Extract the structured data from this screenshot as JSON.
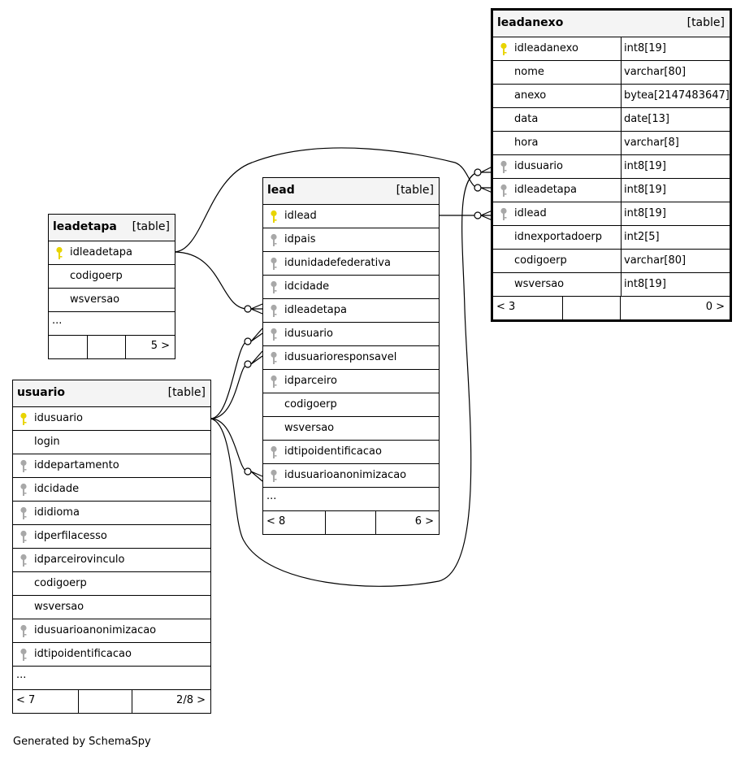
{
  "tables": {
    "leadanexo": {
      "name": "leadanexo",
      "kind": "[table]",
      "columns": [
        {
          "name": "idleadanexo",
          "type": "int8[19]",
          "key": "primary"
        },
        {
          "name": "nome",
          "type": "varchar[80]",
          "key": "none"
        },
        {
          "name": "anexo",
          "type": "bytea[2147483647]",
          "key": "none"
        },
        {
          "name": "data",
          "type": "date[13]",
          "key": "none"
        },
        {
          "name": "hora",
          "type": "varchar[8]",
          "key": "none"
        },
        {
          "name": "idusuario",
          "type": "int8[19]",
          "key": "foreign"
        },
        {
          "name": "idleadetapa",
          "type": "int8[19]",
          "key": "foreign"
        },
        {
          "name": "idlead",
          "type": "int8[19]",
          "key": "foreign"
        },
        {
          "name": "idnexportadoerp",
          "type": "int2[5]",
          "key": "none"
        },
        {
          "name": "codigoerp",
          "type": "varchar[80]",
          "key": "none"
        },
        {
          "name": "wsversao",
          "type": "int8[19]",
          "key": "none"
        }
      ],
      "footer": {
        "left": "< 3",
        "right": "0 >"
      }
    },
    "lead": {
      "name": "lead",
      "kind": "[table]",
      "columns": [
        {
          "name": "idlead",
          "key": "primary"
        },
        {
          "name": "idpais",
          "key": "foreign"
        },
        {
          "name": "idunidadefederativa",
          "key": "foreign"
        },
        {
          "name": "idcidade",
          "key": "foreign"
        },
        {
          "name": "idleadetapa",
          "key": "foreign"
        },
        {
          "name": "idusuario",
          "key": "foreign"
        },
        {
          "name": "idusuarioresponsavel",
          "key": "foreign"
        },
        {
          "name": "idparceiro",
          "key": "foreign"
        },
        {
          "name": "codigoerp",
          "key": "none"
        },
        {
          "name": "wsversao",
          "key": "none"
        },
        {
          "name": "idtipoidentificacao",
          "key": "foreign"
        },
        {
          "name": "idusuarioanonimizacao",
          "key": "foreign"
        }
      ],
      "more": "...",
      "footer": {
        "left": "< 8",
        "right": "6 >"
      }
    },
    "leadetapa": {
      "name": "leadetapa",
      "kind": "[table]",
      "columns": [
        {
          "name": "idleadetapa",
          "key": "primary"
        },
        {
          "name": "codigoerp",
          "key": "none"
        },
        {
          "name": "wsversao",
          "key": "none"
        }
      ],
      "more": "...",
      "footer": {
        "left": "",
        "right": "5 >"
      }
    },
    "usuario": {
      "name": "usuario",
      "kind": "[table]",
      "columns": [
        {
          "name": "idusuario",
          "key": "primary"
        },
        {
          "name": "login",
          "key": "none"
        },
        {
          "name": "iddepartamento",
          "key": "foreign"
        },
        {
          "name": "idcidade",
          "key": "foreign"
        },
        {
          "name": "ididioma",
          "key": "foreign"
        },
        {
          "name": "idperfilacesso",
          "key": "foreign"
        },
        {
          "name": "idparceirovinculo",
          "key": "foreign"
        },
        {
          "name": "codigoerp",
          "key": "none"
        },
        {
          "name": "wsversao",
          "key": "none"
        },
        {
          "name": "idusuarioanonimizacao",
          "key": "foreign"
        },
        {
          "name": "idtipoidentificacao",
          "key": "foreign"
        }
      ],
      "more": "...",
      "footer": {
        "left": "< 7",
        "right": "2/8 >"
      }
    }
  },
  "relationships": [
    {
      "from": "leadetapa.idleadetapa",
      "to": "lead.idleadetapa"
    },
    {
      "from": "usuario.idusuario",
      "to": "lead.idusuario"
    },
    {
      "from": "usuario.idusuario",
      "to": "lead.idusuarioresponsavel"
    },
    {
      "from": "usuario.idusuario",
      "to": "lead.idusuarioanonimizacao"
    },
    {
      "from": "usuario.idusuario",
      "to": "leadanexo.idusuario"
    },
    {
      "from": "leadetapa.idleadetapa",
      "to": "leadanexo.idleadetapa"
    },
    {
      "from": "lead.idlead",
      "to": "leadanexo.idlead"
    }
  ],
  "colors": {
    "primary_key": "#e8d400",
    "foreign_key": "#a8a8a8",
    "header_bg": "#f4f4f4"
  },
  "footer_note": "Generated by SchemaSpy"
}
